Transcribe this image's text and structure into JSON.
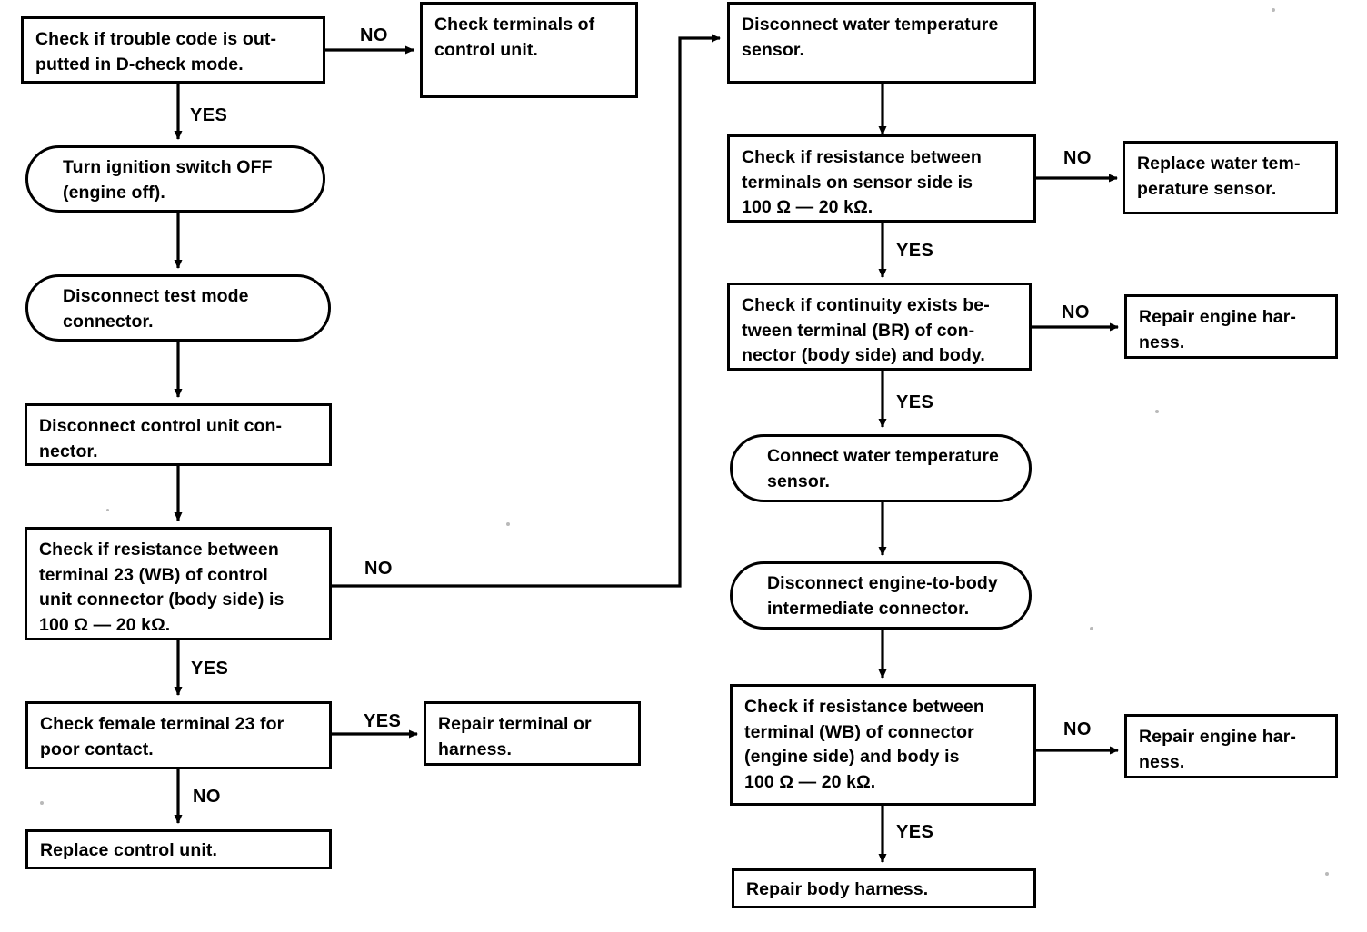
{
  "diagram": {
    "title": "Water temperature sensor trouble diagnosis flowchart",
    "ink_color": "#000000",
    "background_color": "#ffffff"
  },
  "nodes": {
    "check_trouble_code": {
      "shape": "rect",
      "lines": [
        "Check if trouble code is out-",
        "putted in D-check mode."
      ]
    },
    "check_terminals_control_unit": {
      "shape": "rect",
      "lines": [
        "Check terminals of",
        "control unit."
      ]
    },
    "turn_ignition_off": {
      "shape": "rounded",
      "lines": [
        "Turn ignition switch OFF",
        "(engine off)."
      ]
    },
    "disconnect_test_mode_connector": {
      "shape": "rounded",
      "lines": [
        "Disconnect test mode",
        "connector."
      ]
    },
    "disconnect_control_unit_connector": {
      "shape": "rect",
      "lines": [
        "Disconnect control unit con-",
        "nector."
      ]
    },
    "check_resistance_terminal_23": {
      "shape": "rect",
      "lines": [
        "Check if resistance between",
        "terminal 23 (WB) of control",
        "unit connector (body side) is",
        "100 Ω — 20 kΩ."
      ]
    },
    "check_female_terminal_23": {
      "shape": "rect",
      "lines": [
        "Check female terminal 23 for",
        "poor contact."
      ]
    },
    "repair_terminal_or_harness": {
      "shape": "rect",
      "lines": [
        "Repair terminal or",
        "harness."
      ]
    },
    "replace_control_unit": {
      "shape": "rect",
      "lines": [
        "Replace control unit."
      ]
    },
    "disconnect_water_temp_sensor": {
      "shape": "rect",
      "lines": [
        "Disconnect water temperature",
        "sensor."
      ]
    },
    "check_resistance_sensor_side": {
      "shape": "rect",
      "lines": [
        "Check if resistance between",
        "terminals on sensor side is",
        "100 Ω — 20 kΩ."
      ]
    },
    "replace_water_temp_sensor": {
      "shape": "rect",
      "lines": [
        "Replace water tem-",
        "perature sensor."
      ]
    },
    "check_continuity_br": {
      "shape": "rect",
      "lines": [
        "Check if continuity exists be-",
        "tween terminal (BR) of con-",
        "nector (body side) and body."
      ]
    },
    "repair_engine_harness_1": {
      "shape": "rect",
      "lines": [
        "Repair engine har-",
        "ness."
      ]
    },
    "connect_water_temp_sensor": {
      "shape": "rounded",
      "lines": [
        "Connect water temperature",
        "sensor."
      ]
    },
    "disconnect_intermediate_connector": {
      "shape": "rounded",
      "lines": [
        "Disconnect engine-to-body",
        "intermediate connector."
      ]
    },
    "check_resistance_wb_engine_side": {
      "shape": "rect",
      "lines": [
        "Check if resistance between",
        "terminal (WB) of connector",
        "(engine side) and body is",
        "100 Ω — 20 kΩ."
      ]
    },
    "repair_engine_harness_2": {
      "shape": "rect",
      "lines": [
        "Repair engine har-",
        "ness."
      ]
    },
    "repair_body_harness": {
      "shape": "rect",
      "lines": [
        "Repair body harness."
      ]
    }
  },
  "edge_labels": {
    "no_1": "NO",
    "yes_1": "YES",
    "no_2": "NO",
    "yes_2": "YES",
    "yes_3": "YES",
    "no_3": "NO",
    "no_4": "NO",
    "yes_4": "YES",
    "no_5": "NO",
    "yes_5": "YES",
    "no_6": "NO",
    "yes_6": "YES"
  }
}
